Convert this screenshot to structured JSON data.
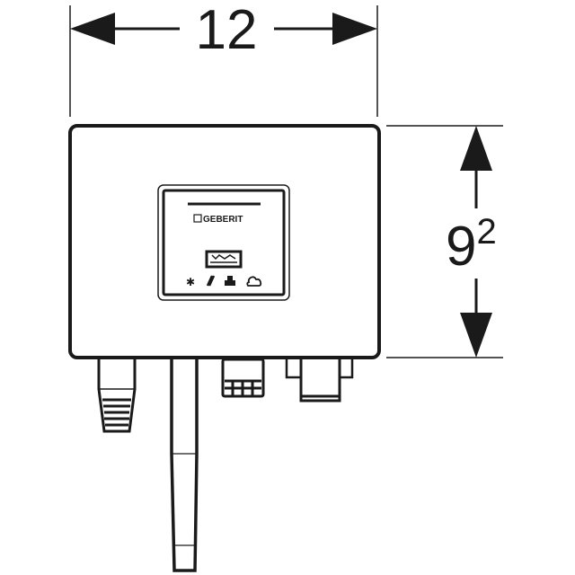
{
  "dimensions": {
    "width_label": "12",
    "height_label_base": "9",
    "height_label_sup": "2"
  },
  "device": {
    "logo_text": "GEBERIT",
    "status_icons": [
      "bluetooth-icon",
      "link-icon",
      "network-icon",
      "cloud-icon"
    ],
    "line_color": "#1a1a1a"
  }
}
